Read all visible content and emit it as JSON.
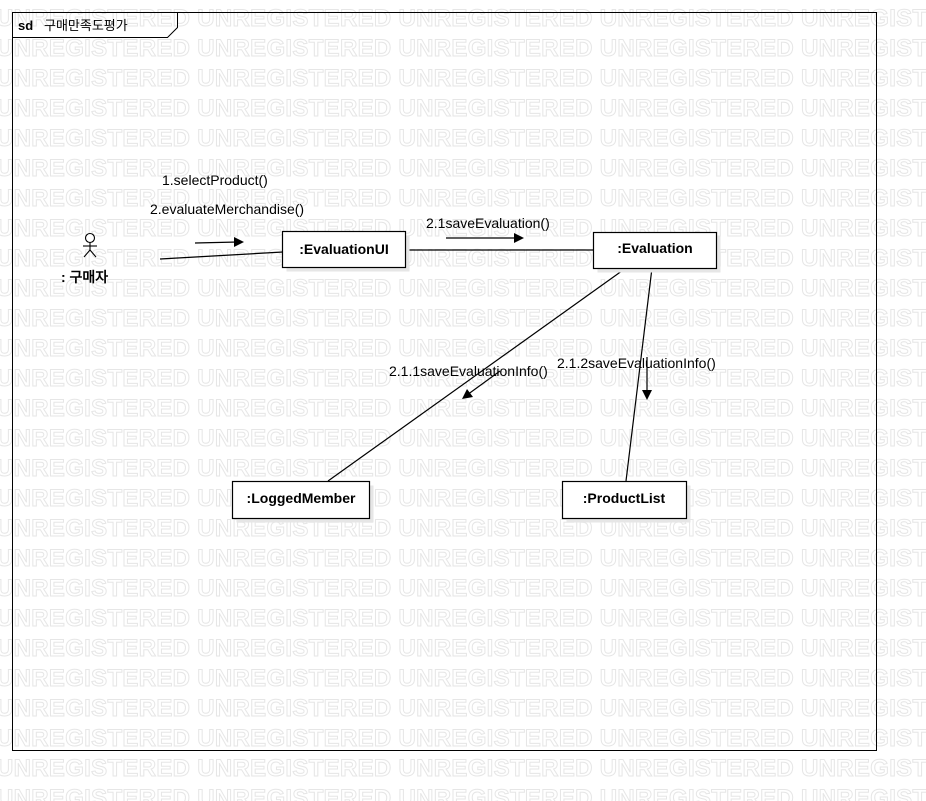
{
  "frame": {
    "keyword": "sd",
    "name": "구매만족도평가"
  },
  "watermark": {
    "text": "UNREGISTERED"
  },
  "actor": {
    "label": ": 구매자"
  },
  "objects": {
    "evaluation_ui": ":EvaluationUI",
    "evaluation": ":Evaluation",
    "logged_member": ":LoggedMember",
    "product_list": ":ProductList"
  },
  "messages": {
    "select_product": "1.selectProduct()",
    "evaluate_merchandise": "2.evaluateMerchandise()",
    "save_evaluation": "2.1saveEvaluation()",
    "save_evaluation_info_1": "2.1.1saveEvaluationInfo()",
    "save_evaluation_info_2": "2.1.2saveEvaluationInfo()"
  }
}
